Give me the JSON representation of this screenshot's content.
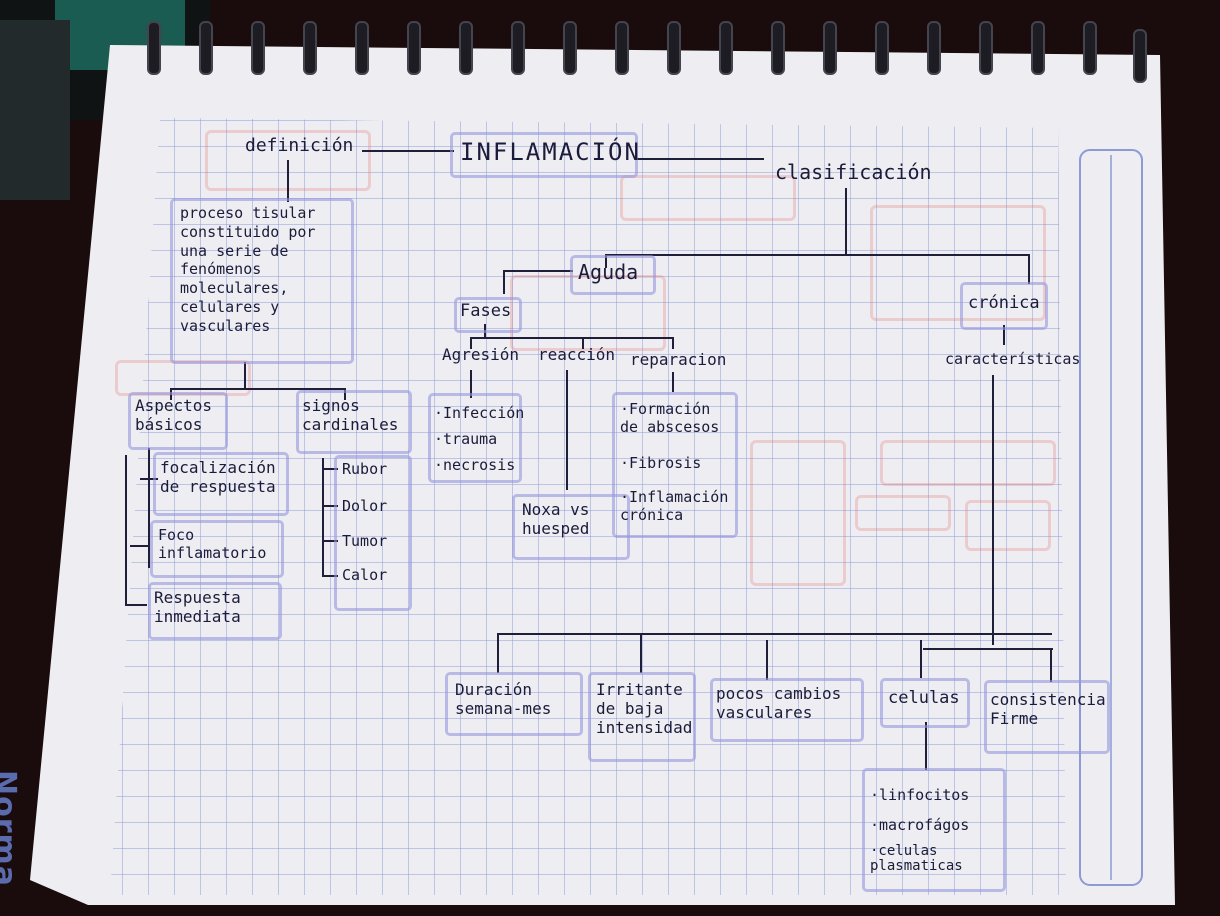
{
  "brand": "Norma",
  "map": {
    "title": "INFLAMACIÓN",
    "definicion": {
      "label": "definición",
      "text": "proceso tisular\nconstituido por\nuna serie de\nfenómenos\nmoleculares,\ncelulares y\nvasculares",
      "aspectos": {
        "label": "Aspectos\nbásicos",
        "items": [
          "focalización\nde respuesta",
          "Foco\ninflamatorio",
          "Respuesta\ninmediata"
        ]
      },
      "signos": {
        "label": "signos\ncardinales",
        "items": [
          "Rubor",
          "Dolor",
          "Tumor",
          "Calor"
        ]
      }
    },
    "clasificacion": {
      "label": "clasificación",
      "aguda": {
        "label": "Aguda",
        "fases": "Fases",
        "agresion": {
          "label": "Agresión",
          "items": [
            "·Infección",
            "·trauma",
            "·necrosis"
          ]
        },
        "reaccion": {
          "label": "reacción",
          "note": "Noxa vs\nhuesped"
        },
        "reparacion": {
          "label": "reparacion",
          "items": [
            "·Formación\nde abscesos",
            "·Fibrosis",
            "·Inflamación\ncrónica"
          ]
        }
      },
      "cronica": {
        "label": "crónica",
        "caracteristicas": "características",
        "items": [
          "Duración\nsemana-mes",
          "Irritante\nde baja\nintensidad",
          "pocos cambios\nvasculares",
          "celulas",
          "consistencia\nFirme"
        ],
        "celulas": [
          "·linfocitos",
          "·macrofágos",
          "·celulas\nplasmaticas"
        ]
      }
    }
  }
}
